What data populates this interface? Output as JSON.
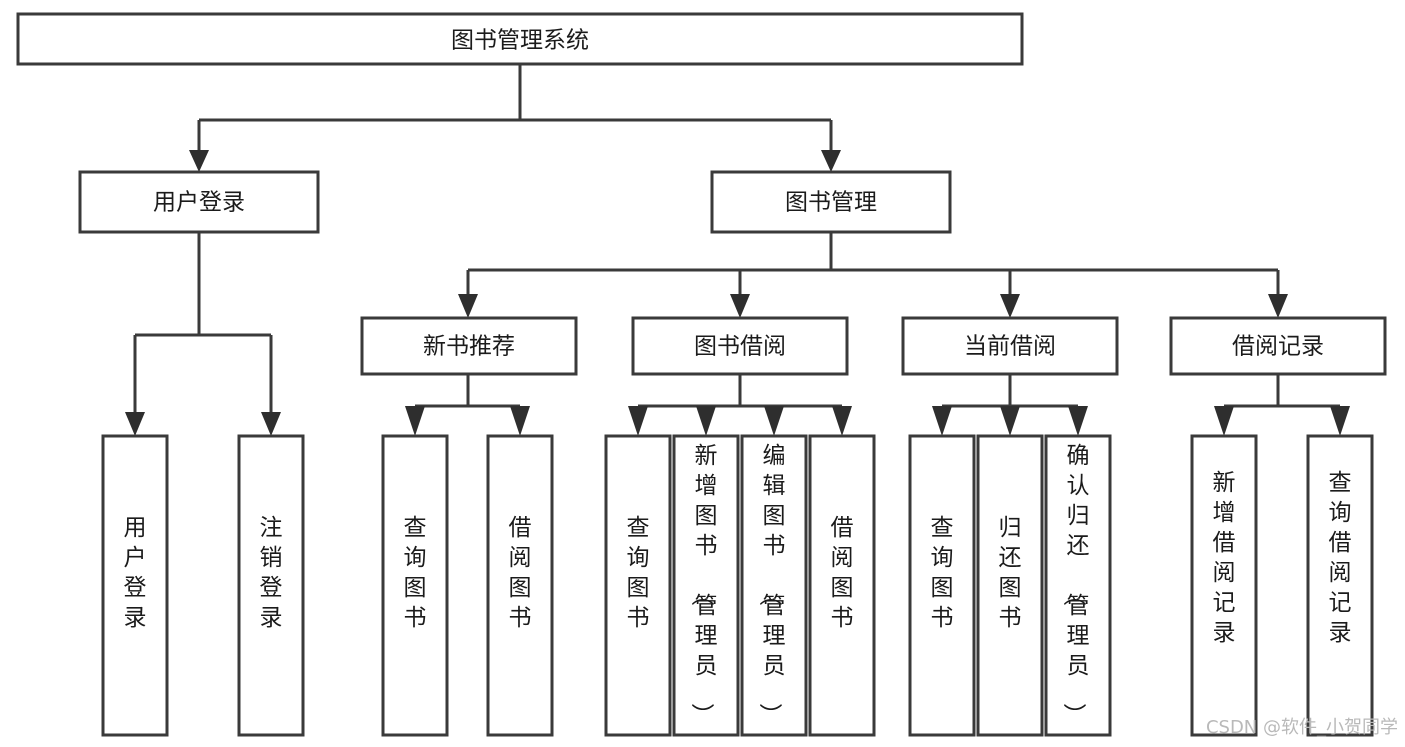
{
  "diagram": {
    "title": "图书管理系统",
    "type": "tree-hierarchy",
    "background_color": "#ffffff",
    "line_color": "#3a3a3a",
    "text_color": "#1b1b1b",
    "root": {
      "label": "图书管理系统"
    },
    "level1": [
      {
        "label": "用户登录"
      },
      {
        "label": "图书管理"
      }
    ],
    "level2": [
      {
        "label": "新书推荐"
      },
      {
        "label": "图书借阅"
      },
      {
        "label": "当前借阅"
      },
      {
        "label": "借阅记录"
      }
    ],
    "leaves": {
      "user_login": [
        {
          "label": "用户登录"
        },
        {
          "label": "注销登录"
        }
      ],
      "new_book_recommend": [
        {
          "label": "查询图书"
        },
        {
          "label": "借阅图书"
        }
      ],
      "book_borrow": [
        {
          "label": "查询图书"
        },
        {
          "label": "新增图书（管理员）"
        },
        {
          "label": "编辑图书（管理员）"
        },
        {
          "label": "借阅图书"
        }
      ],
      "current_borrow": [
        {
          "label": "查询图书"
        },
        {
          "label": "归还图书"
        },
        {
          "label": "确认归还（管理员）"
        }
      ],
      "borrow_record": [
        {
          "label": "新增借阅记录"
        },
        {
          "label": "查询借阅记录"
        }
      ]
    }
  },
  "watermark": {
    "text": "CSDN @软件_小贺同学"
  }
}
